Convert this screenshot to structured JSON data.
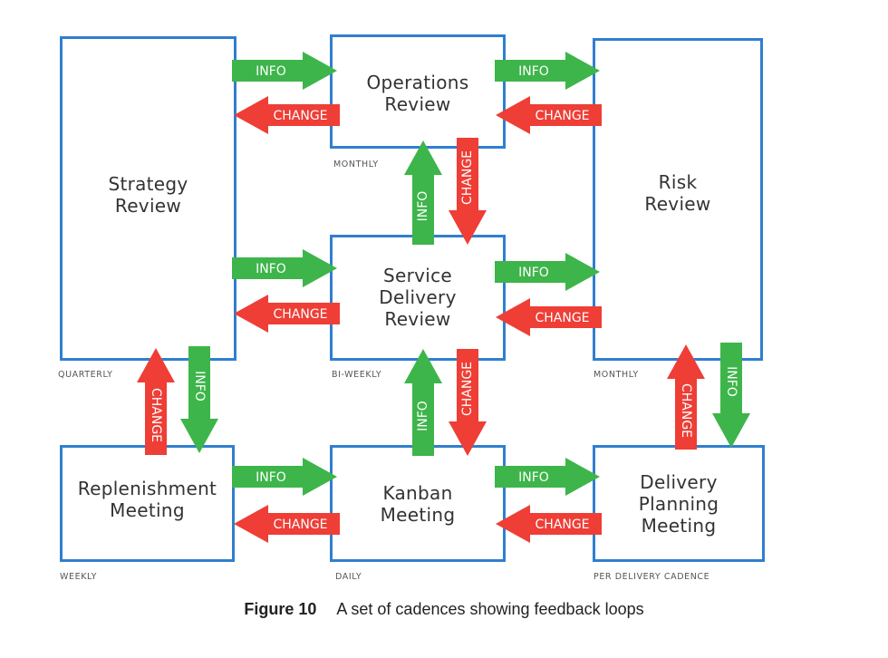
{
  "boxes": {
    "strategy": {
      "title_lines": [
        "Strategy",
        "Review"
      ],
      "cadence": "QUARTERLY"
    },
    "operations": {
      "title_lines": [
        "Operations",
        "Review"
      ],
      "cadence": "MONTHLY"
    },
    "risk": {
      "title_lines": [
        "Risk",
        "Review"
      ],
      "cadence": "MONTHLY"
    },
    "service_delivery": {
      "title_lines": [
        "Service",
        "Delivery",
        "Review"
      ],
      "cadence": "BI-WEEKLY"
    },
    "replenishment": {
      "title_lines": [
        "Replenishment",
        "Meeting"
      ],
      "cadence": "WEEKLY"
    },
    "kanban": {
      "title_lines": [
        "Kanban",
        "Meeting"
      ],
      "cadence": "DAILY"
    },
    "delivery_planning": {
      "title_lines": [
        "Delivery",
        "Planning",
        "Meeting"
      ],
      "cadence": "PER DELIVERY CADENCE"
    }
  },
  "arrow_labels": {
    "info": "INFO",
    "change": "CHANGE"
  },
  "colors": {
    "info": "#3db54a",
    "change": "#ee3e36",
    "box_border": "#2f7fcf"
  },
  "connections": [
    {
      "from": "Strategy Review",
      "to": "Operations Review",
      "info_dir": "right",
      "change_dir": "left"
    },
    {
      "from": "Operations Review",
      "to": "Risk Review",
      "info_dir": "right",
      "change_dir": "left"
    },
    {
      "from": "Strategy Review",
      "to": "Service Delivery Review",
      "info_dir": "right",
      "change_dir": "left"
    },
    {
      "from": "Service Delivery Review",
      "to": "Risk Review",
      "info_dir": "right",
      "change_dir": "left"
    },
    {
      "from": "Replenishment Meeting",
      "to": "Kanban Meeting",
      "info_dir": "right",
      "change_dir": "left"
    },
    {
      "from": "Kanban Meeting",
      "to": "Delivery Planning Meeting",
      "info_dir": "right",
      "change_dir": "left"
    },
    {
      "from": "Service Delivery Review",
      "to": "Operations Review",
      "info_dir": "up",
      "change_dir": "down"
    },
    {
      "from": "Kanban Meeting",
      "to": "Service Delivery Review",
      "info_dir": "up",
      "change_dir": "down"
    },
    {
      "from": "Strategy Review",
      "to": "Replenishment Meeting",
      "info_dir": "down",
      "change_dir": "up"
    },
    {
      "from": "Risk Review",
      "to": "Delivery Planning Meeting",
      "info_dir": "down",
      "change_dir": "up"
    }
  ],
  "caption": {
    "figure": "Figure 10",
    "text": "A set of cadences showing feedback loops"
  }
}
